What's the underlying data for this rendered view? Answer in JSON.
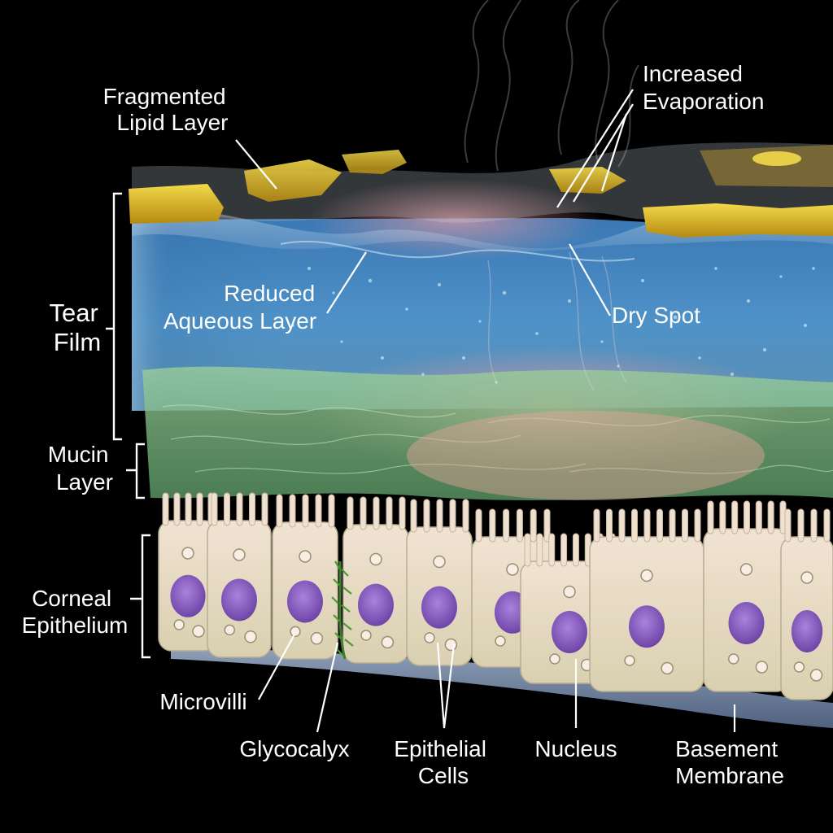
{
  "labels": {
    "fragmented_lipid_layer": [
      "Fragmented",
      "Lipid Layer"
    ],
    "increased_evaporation": [
      "Increased",
      "Evaporation"
    ],
    "reduced_aqueous_layer": [
      "Reduced",
      "Aqueous Layer"
    ],
    "dry_spot": "Dry Spot",
    "tear_film": [
      "Tear",
      "Film"
    ],
    "mucin_layer": [
      "Mucin",
      "Layer"
    ],
    "corneal_epithelium": [
      "Corneal",
      "Epithelium"
    ],
    "microvilli": "Microvilli",
    "glycocalyx": "Glycocalyx",
    "epithelial_cells": [
      "Epithelial",
      "Cells"
    ],
    "nucleus": "Nucleus",
    "basement_membrane": [
      "Basement",
      "Membrane"
    ]
  },
  "colors": {
    "background": "#000000",
    "lipid": "#d8b21c",
    "aqueous": "#4d8fc6",
    "mucin": "#8cc48a",
    "dry_spot": "#d89aa8",
    "cell": "#e9dcc8",
    "nucleus": "#8d62c4",
    "glycocalyx": "#3f8f2e",
    "basement": "#8ea3c4",
    "label": "#ffffff"
  }
}
